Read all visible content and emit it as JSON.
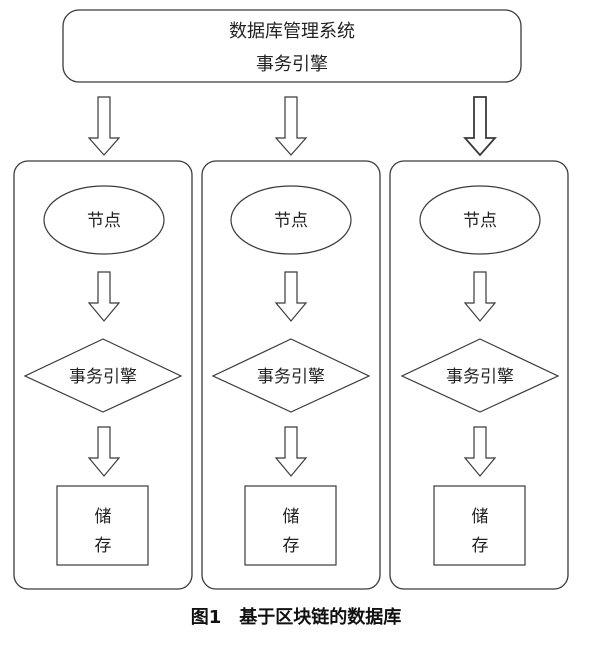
{
  "top_box": {
    "title": "数据库管理系统",
    "subtitle": "事务引擎"
  },
  "columns": [
    {
      "node": "节点",
      "engine": "事务引擎",
      "storage_line1": "储",
      "storage_line2": "存"
    },
    {
      "node": "节点",
      "engine": "事务引擎",
      "storage_line1": "储",
      "storage_line2": "存"
    },
    {
      "node": "节点",
      "engine": "事务引擎",
      "storage_line1": "储",
      "storage_line2": "存"
    }
  ],
  "caption": "图1　基于区块链的数据库",
  "colors": {
    "stroke": "#3a3a3a",
    "fill": "#ffffff",
    "text": "#222222"
  }
}
